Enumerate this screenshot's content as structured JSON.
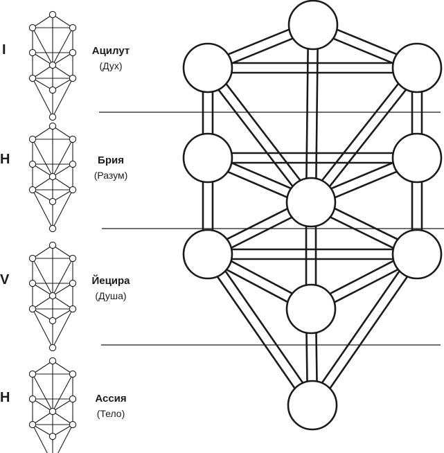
{
  "diagram": {
    "worlds": [
      {
        "letter": "I",
        "name": "Ацилут",
        "sub": "(Дух)"
      },
      {
        "letter": "H",
        "name": "Брия",
        "sub": "(Разум)"
      },
      {
        "letter": "V",
        "name": "Йецира",
        "sub": "(Душа)"
      },
      {
        "letter": "H",
        "name": "Ассия",
        "sub": "(Тело)"
      }
    ]
  },
  "colors": {
    "line": "#1a1a1a",
    "background": "#ffffff"
  }
}
